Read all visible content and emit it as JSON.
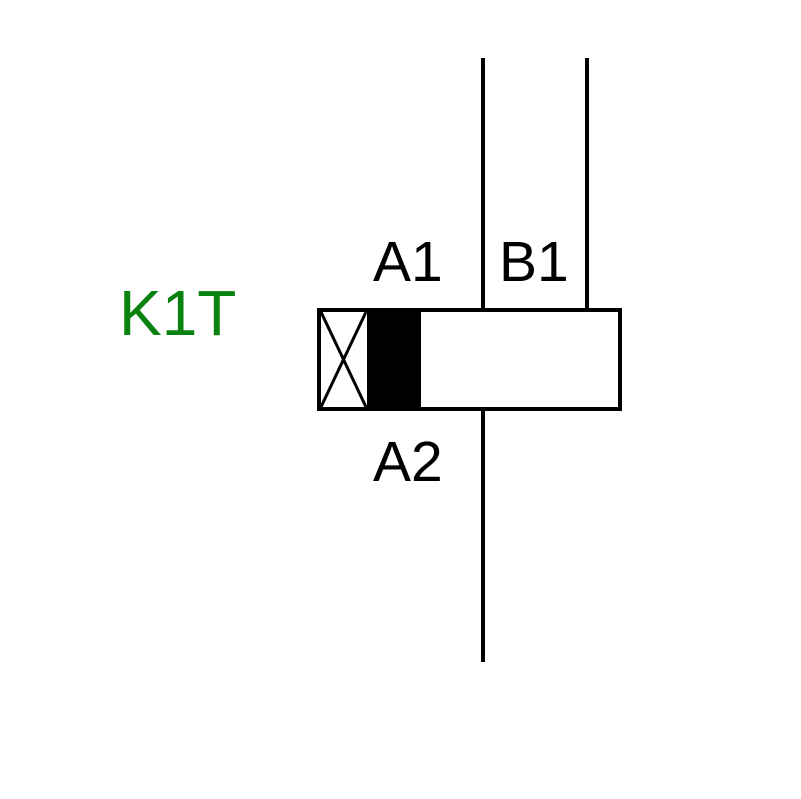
{
  "designation": "K1T",
  "terminals": {
    "a1": "A1",
    "b1": "B1",
    "a2": "A2"
  },
  "colors": {
    "designation": "#0a8210",
    "line": "#000000",
    "background": "#ffffff"
  }
}
